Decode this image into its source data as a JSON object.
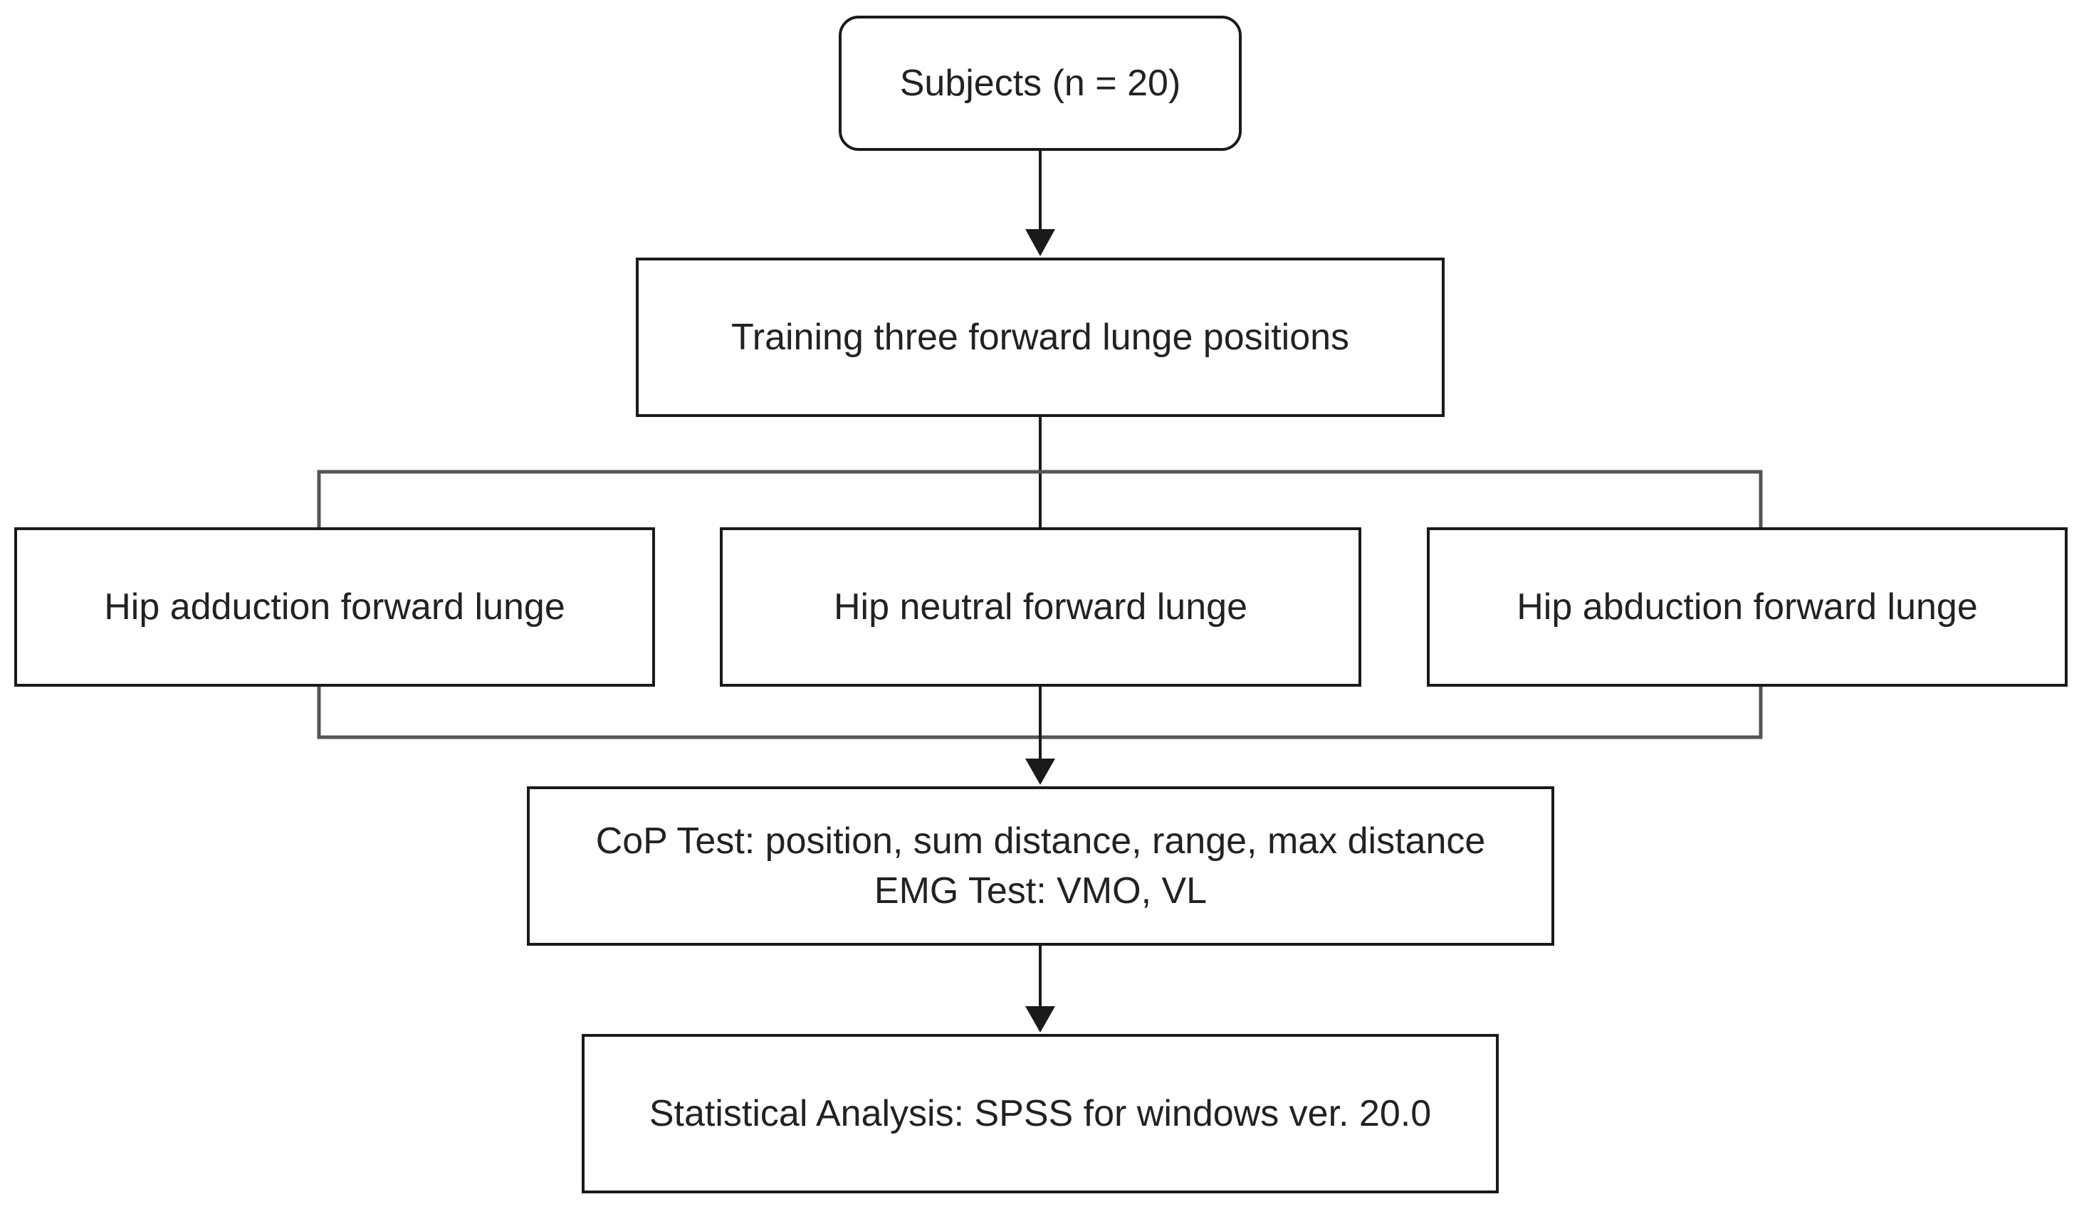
{
  "diagram": {
    "type": "flowchart",
    "nodes": {
      "subjects": {
        "label": "Subjects (n = 20)"
      },
      "training": {
        "label": "Training three forward lunge positions"
      },
      "adduction": {
        "label": "Hip adduction forward lunge"
      },
      "neutral": {
        "label": "Hip neutral forward lunge"
      },
      "abduction": {
        "label": "Hip abduction forward lunge"
      },
      "tests": {
        "line1": "CoP Test: position, sum distance, range, max distance",
        "line2": "EMG Test: VMO, VL"
      },
      "stats": {
        "label": "Statistical Analysis: SPSS for windows ver. 20.0"
      }
    },
    "colors": {
      "stroke": "#1a1a1a",
      "bracket": "#555555",
      "text": "#222222",
      "background": "#ffffff"
    }
  }
}
